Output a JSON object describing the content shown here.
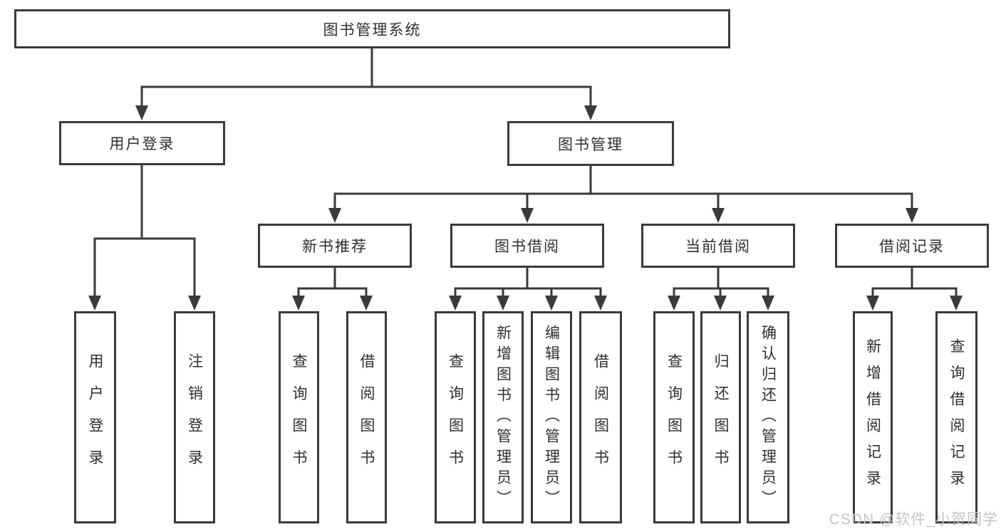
{
  "diagram": {
    "title": "图书管理系统",
    "root": {
      "label": "图书管理系统"
    },
    "level2": [
      {
        "label": "用户登录"
      },
      {
        "label": "图书管理"
      }
    ],
    "level3": [
      {
        "label": "新书推荐"
      },
      {
        "label": "图书借阅"
      },
      {
        "label": "当前借阅"
      },
      {
        "label": "借阅记录"
      }
    ],
    "leaves": [
      {
        "label": "用户登录",
        "parent": "用户登录"
      },
      {
        "label": "注销登录",
        "parent": "用户登录"
      },
      {
        "label": "查询图书",
        "parent": "新书推荐"
      },
      {
        "label": "借阅图书",
        "parent": "新书推荐"
      },
      {
        "label": "查询图书",
        "parent": "图书借阅"
      },
      {
        "label": "新增图书（管理员）",
        "parent": "图书借阅"
      },
      {
        "label": "编辑图书（管理员）",
        "parent": "图书借阅"
      },
      {
        "label": "借阅图书",
        "parent": "图书借阅"
      },
      {
        "label": "查询图书",
        "parent": "当前借阅"
      },
      {
        "label": "归还图书",
        "parent": "当前借阅"
      },
      {
        "label": "确认归还（管理员）",
        "parent": "当前借阅"
      },
      {
        "label": "新增借阅记录",
        "parent": "借阅记录"
      },
      {
        "label": "查询借阅记录",
        "parent": "借阅记录"
      }
    ],
    "colors": {
      "line": "#3a3a3a",
      "text": "#2f2f2f",
      "background": "#ffffff",
      "watermark_text": "#c6c4c4"
    },
    "watermark": "CSDN @软件_小贺同学"
  }
}
